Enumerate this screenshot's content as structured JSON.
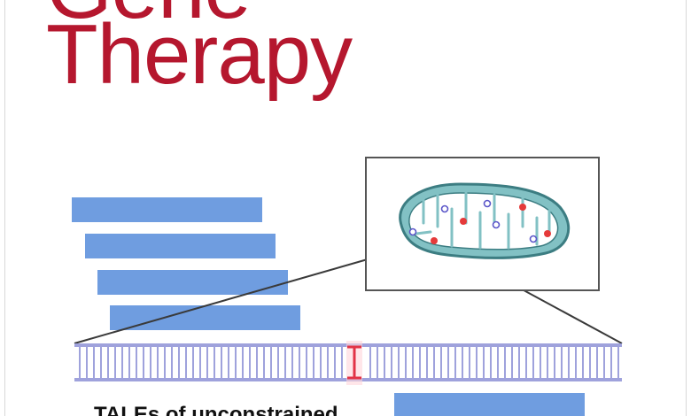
{
  "cover": {
    "title_line_1": "Gene",
    "title_line_2": "Therapy",
    "caption": "TALEs of unconstrained"
  },
  "colors": {
    "title": "#b5172e",
    "bar": "#6f9de0",
    "dna_strand": "#9fa2dc",
    "dna_highlight": "#e23346",
    "mito_fill": "#82c1c4",
    "mito_outline": "#3c7d82",
    "inset_border": "#555555",
    "leader_line": "#3a3a3a",
    "dot_red": "#e53a3a",
    "dot_blue": "#5b56c9"
  },
  "icons": [
    "mitochondrion-icon"
  ]
}
